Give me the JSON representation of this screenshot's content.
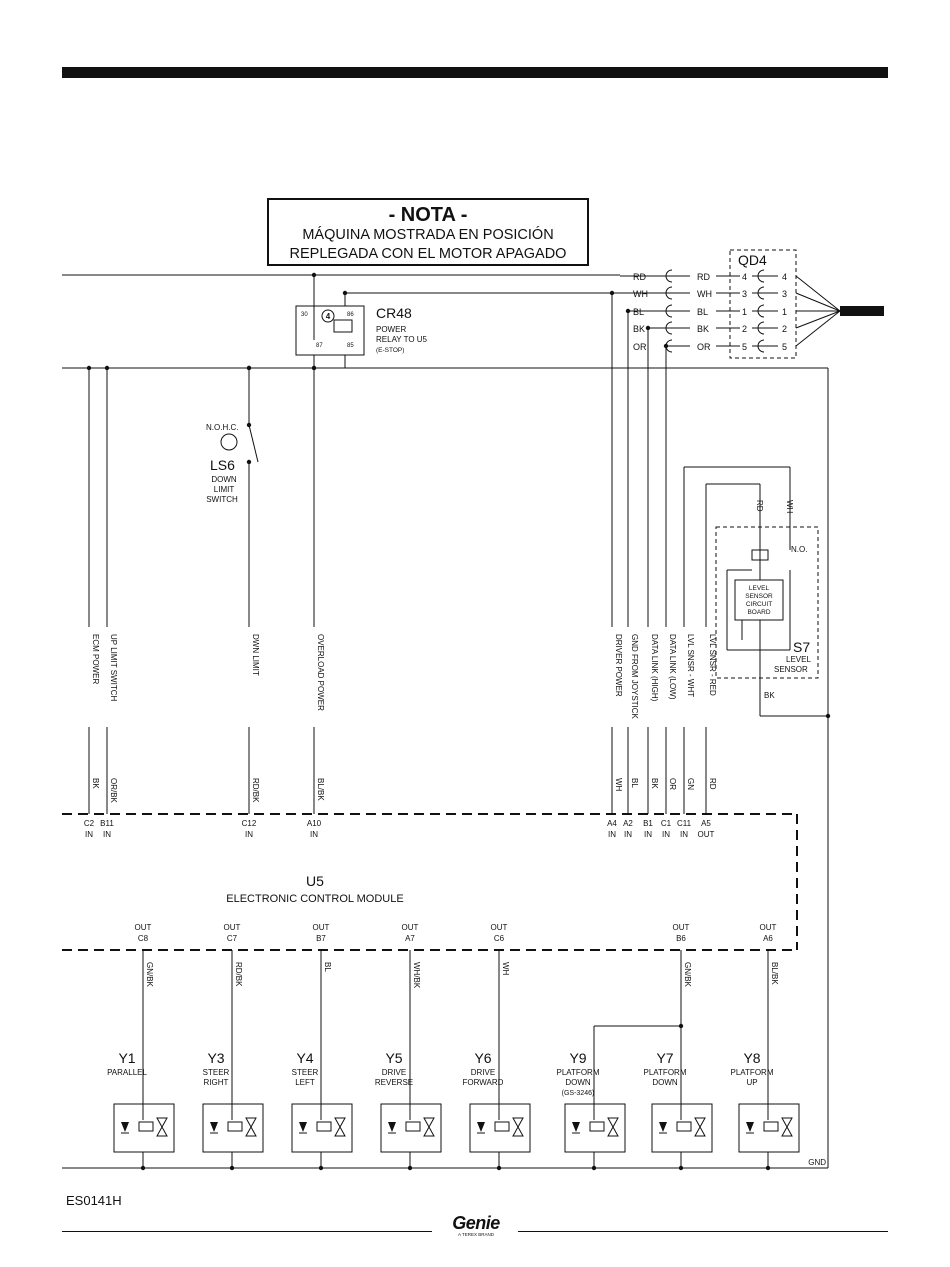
{
  "note": {
    "title": "- NOTA -",
    "line1": "MÁQUINA MOSTRADA EN POSICIÓN",
    "line2": "REPLEGADA CON EL MOTOR APAGADO"
  },
  "qd4": {
    "label": "QD4",
    "wires": [
      {
        "color": "RD",
        "pin": "4"
      },
      {
        "color": "WH",
        "pin": "3"
      },
      {
        "color": "BL",
        "pin": "1"
      },
      {
        "color": "BK",
        "pin": "2"
      },
      {
        "color": "OR",
        "pin": "5"
      }
    ]
  },
  "cr48": {
    "label": "CR48",
    "desc1": "POWER",
    "desc2": "RELAY TO U5",
    "desc3": "(E-STOP)",
    "pin30": "30",
    "pin86": "86",
    "pin87": "87",
    "pin85": "85",
    "circle": "4"
  },
  "ls6": {
    "state": "N.O.H.C.",
    "label": "LS6",
    "desc1": "DOWN",
    "desc2": "LIMIT",
    "desc3": "SWITCH"
  },
  "s7": {
    "label": "S7",
    "desc1": "LEVEL",
    "desc2": "SENSOR",
    "no": "N.O.",
    "rd": "RD",
    "wh": "WH",
    "board1": "LEVEL",
    "board2": "SENSOR",
    "board3": "CIRCUIT",
    "board4": "BOARD",
    "bk": "BK"
  },
  "u5": {
    "label": "U5",
    "desc": "ELECTRONIC CONTROL MODULE"
  },
  "inputs": [
    {
      "signal": "ECM POWER",
      "wire": "BK",
      "pin": "C2",
      "dir": "IN"
    },
    {
      "signal": "UP LIMIT SWITCH",
      "wire": "OR/BK",
      "pin": "B11",
      "dir": "IN"
    },
    {
      "signal": "DWN LIMIT",
      "wire": "RD/BK",
      "pin": "C12",
      "dir": "IN"
    },
    {
      "signal": "OVERLOAD POWER",
      "wire": "BL/BK",
      "pin": "A10",
      "dir": "IN"
    },
    {
      "signal": "DRIVER POWER",
      "wire": "WH",
      "pin": "A4",
      "dir": "IN"
    },
    {
      "signal": "GND FROM JOYSTICK",
      "wire": "BL",
      "pin": "A2",
      "dir": "IN"
    },
    {
      "signal": "DATA LINK (HIGH)",
      "wire": "BK",
      "pin": "B1",
      "dir": "IN"
    },
    {
      "signal": "DATA LINK (LOW)",
      "wire": "OR",
      "pin": "C1",
      "dir": "IN"
    },
    {
      "signal": "LVL SNSR - WHT",
      "wire": "GN",
      "pin": "C11",
      "dir": "IN"
    },
    {
      "signal": "LVL SNSR - RED",
      "wire": "RD",
      "pin": "A5",
      "dir": "OUT"
    }
  ],
  "outputs": [
    {
      "dir": "OUT",
      "pin": "C8",
      "wire": "GN/BK"
    },
    {
      "dir": "OUT",
      "pin": "C7",
      "wire": "RD/BK"
    },
    {
      "dir": "OUT",
      "pin": "B7",
      "wire": "BL"
    },
    {
      "dir": "OUT",
      "pin": "A7",
      "wire": "WH/BK"
    },
    {
      "dir": "OUT",
      "pin": "C6",
      "wire": "WH"
    },
    {
      "dir": "OUT",
      "pin": "B6",
      "wire": "GN/BK"
    },
    {
      "dir": "OUT",
      "pin": "A6",
      "wire": "BL/BK"
    }
  ],
  "valves": [
    {
      "id": "Y1",
      "l1": "PARALLEL",
      "l2": "",
      "l3": ""
    },
    {
      "id": "Y3",
      "l1": "STEER",
      "l2": "RIGHT",
      "l3": ""
    },
    {
      "id": "Y4",
      "l1": "STEER",
      "l2": "LEFT",
      "l3": ""
    },
    {
      "id": "Y5",
      "l1": "DRIVE",
      "l2": "REVERSE",
      "l3": ""
    },
    {
      "id": "Y6",
      "l1": "DRIVE",
      "l2": "FORWARD",
      "l3": ""
    },
    {
      "id": "Y9",
      "l1": "PLATFORM",
      "l2": "DOWN",
      "l3": "(GS-3246)"
    },
    {
      "id": "Y7",
      "l1": "PLATFORM",
      "l2": "DOWN",
      "l3": ""
    },
    {
      "id": "Y8",
      "l1": "PLATFORM",
      "l2": "UP",
      "l3": ""
    }
  ],
  "gnd": "GND",
  "doc_id": "ES0141H",
  "brand": {
    "name": "Genie",
    "sub": "A TEREX BRAND"
  }
}
